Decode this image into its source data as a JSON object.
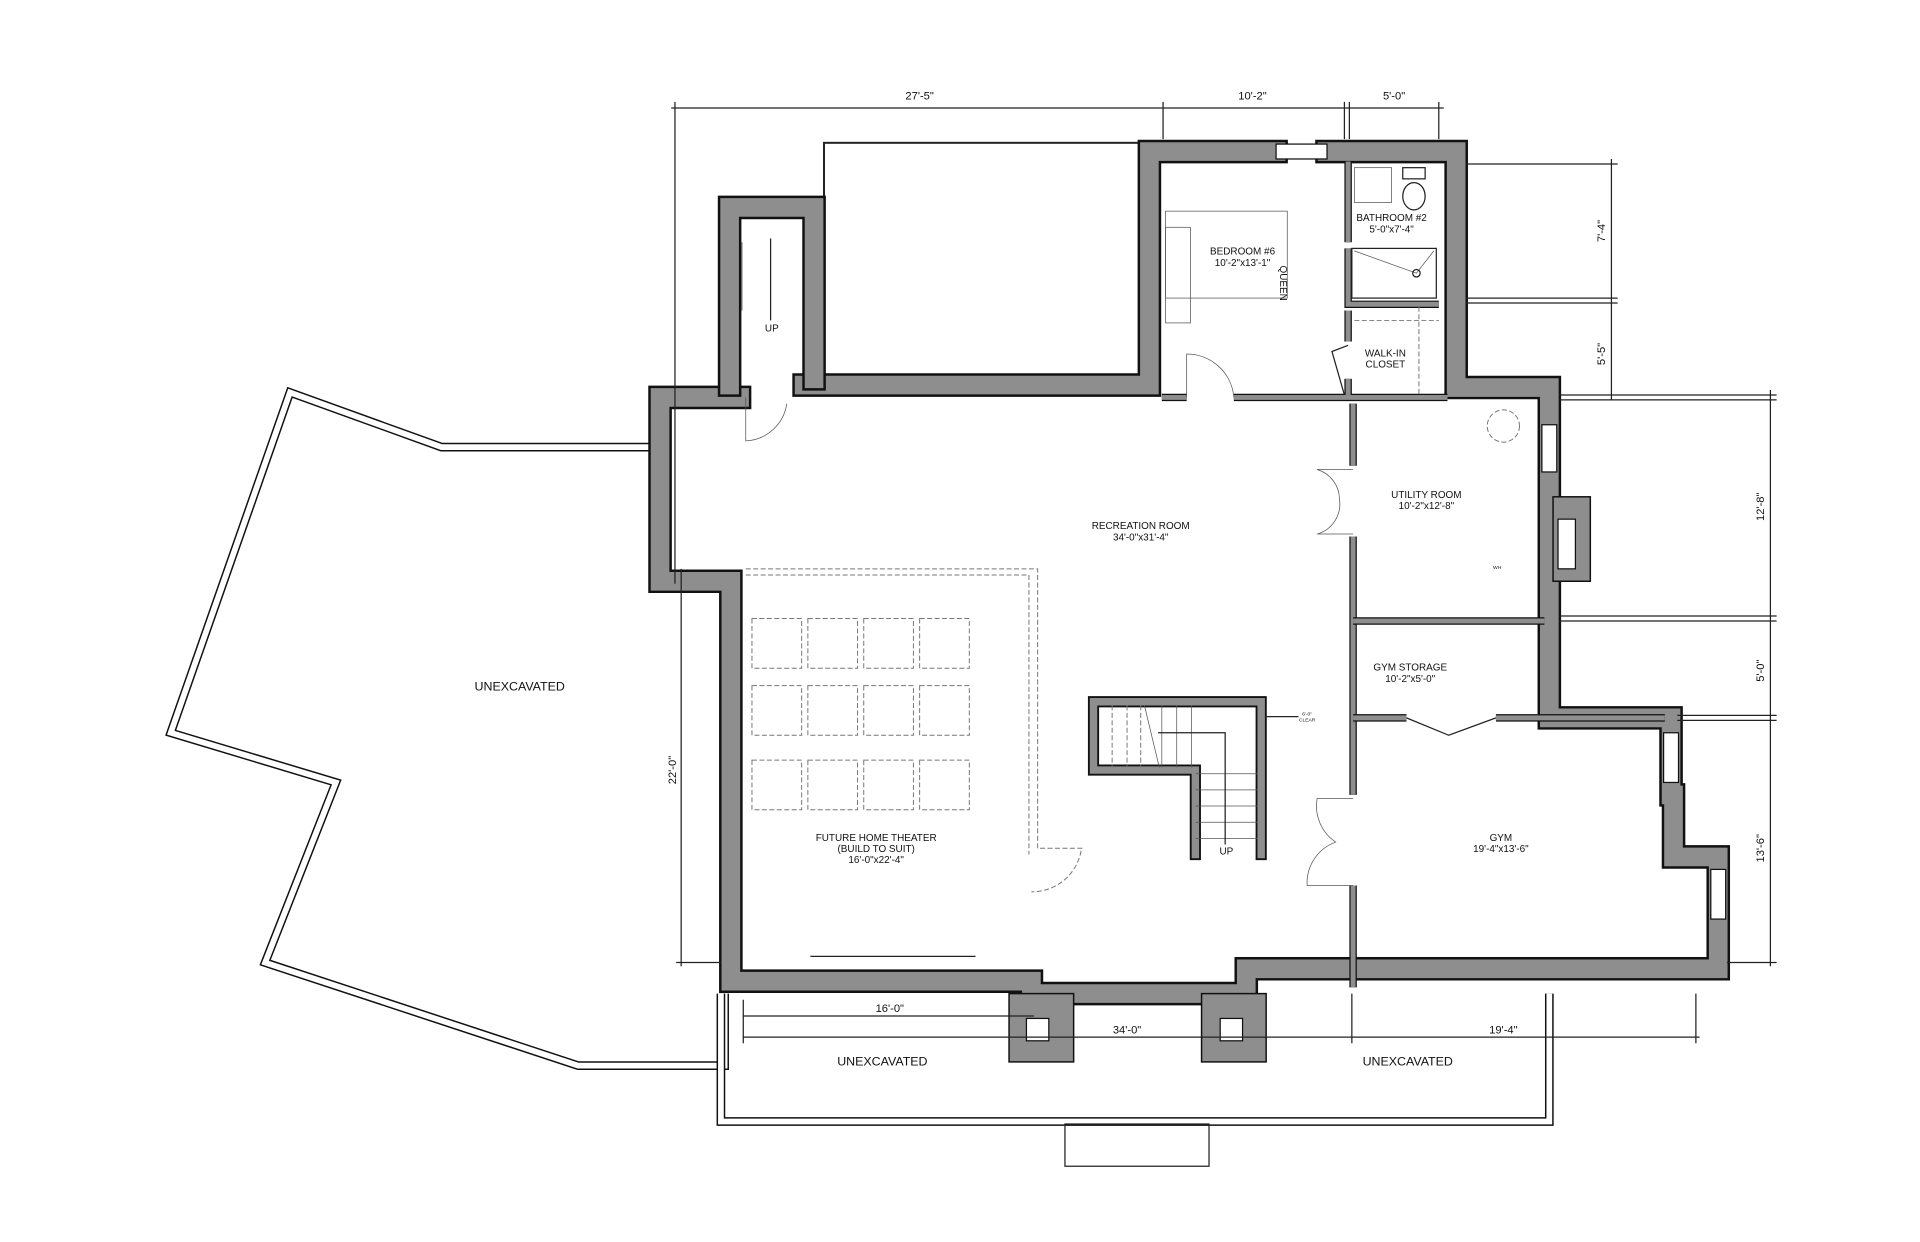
{
  "rooms": {
    "bedroom": {
      "name": "BEDROOM #6",
      "size": "10'-2\"x13'-1\"",
      "bed": "QUEEN"
    },
    "bathroom": {
      "name": "BATHROOM #2",
      "size": "5'-0\"x7'-4\""
    },
    "closet": {
      "name_line1": "WALK-IN",
      "name_line2": "CLOSET"
    },
    "utility": {
      "name": "UTILITY ROOM",
      "size": "10'-2\"x12'-8\"",
      "fixture": "WH"
    },
    "gym_storage": {
      "name": "GYM STORAGE",
      "size": "10'-2\"x5'-0\""
    },
    "gym": {
      "name": "GYM",
      "size": "19'-4\"x13'-6\""
    },
    "recreation": {
      "name": "RECREATION ROOM",
      "size": "34'-0\"x31'-4\""
    },
    "theater": {
      "name": "FUTURE HOME THEATER",
      "note": "(BUILD TO SUIT)",
      "size": "16'-0\"x22'-4\""
    }
  },
  "stairs": {
    "top_left_label": "UP",
    "center_label": "UP",
    "clear_note_line1": "6'-0\"",
    "clear_note_line2": "CLEAR"
  },
  "unexcavated": {
    "left": "UNEXCAVATED",
    "bottom_left": "UNEXCAVATED",
    "bottom_right": "UNEXCAVATED"
  },
  "dimensions": {
    "top": [
      "27'-5\"",
      "10'-2\"",
      "5'-0\""
    ],
    "right_upper": [
      "7'-4\"",
      "5'-5\""
    ],
    "right": [
      "12'-8\"",
      "5'-0\"",
      "13'-6\""
    ],
    "bottom": [
      "16'-0\"",
      "34'-0\"",
      "19'-4\""
    ],
    "left": "22'-0\""
  },
  "colors": {
    "wall_fill": "#8e8e8e",
    "line": "#111111",
    "background": "#ffffff"
  }
}
